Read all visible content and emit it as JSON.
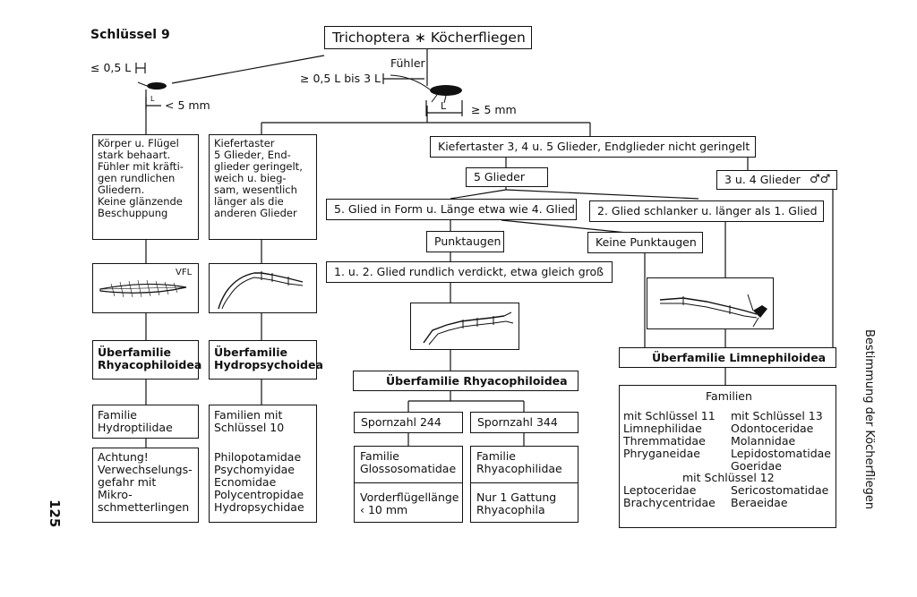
{
  "header": {
    "key_label": "Schlüssel 9",
    "title": "Trichoptera ∗ Köcherfliegen",
    "page_number": "125",
    "side_title": "Bestimmung der Köcherfliegen"
  },
  "measurements": {
    "small_size": "≤ 0,5 L",
    "length_mark_small": "L",
    "small_body": "< 5 mm",
    "antenna_label": "Fühler",
    "antenna_range": "≥ 0,5 L bis 3 L",
    "length_mark": "L",
    "large_body": "≥ 5 mm"
  },
  "nodes": {
    "body_hairy": "Körper u. Flügel\nstark behaart.\nFühler mit kräfti-\ngen rundlichen\nGliedern.\nKeine glänzende\nBeschuppung",
    "palp_ringed": "Kiefertaster\n5 Glieder, End-\nglieder geringelt,\nweich u. bieg-\nsam, wesentlich\nlänger als die\nanderen Glieder",
    "palp_not_ringed": "Kiefertaster 3, 4 u. 5 Glieder, Endglieder nicht geringelt",
    "five_segments": "5 Glieder",
    "three_four_segments": "3 u. 4 Glieder",
    "male_symbols": "♂♂",
    "segment5_like4": "5. Glied in Form u. Länge etwa wie 4. Glied",
    "segment2_slender": "2. Glied schlanker u. länger als 1. Glied",
    "ocelli": "Punktaugen",
    "no_ocelli": "Keine Punktaugen",
    "segments_1_2_thick": "1. u. 2. Glied rundlich verdickt, etwa gleich groß",
    "vfl_label": "VFL"
  },
  "superfamilies": {
    "left": "Überfamilie\nRhyacophiloidea",
    "mid_left": "Überfamilie\nHydropsychoidea",
    "center": "Überfamilie Rhyacophiloidea",
    "right": "Überfamilie Limnephiloidea"
  },
  "families": {
    "hydroptilidae": "Familie\nHydroptilidae",
    "warning": "Achtung!\nVerwechselungs-\ngefahr mit\nMikro-\nschmetterlingen",
    "key10_head": "Familien mit\nSchlüssel 10",
    "key10_list": "Philopotamidae\nPsychomyidae\nEcnomidae\nPolycentropidae\nHydropsychidae",
    "spur244": "Spornzahl 244",
    "spur344": "Spornzahl 344",
    "glosso": "Familie\nGlossosomatidae",
    "rhyaco": "Familie\nRhyacophilidae",
    "wing_length": "Vorderflügellänge\n‹ 10 mm",
    "one_genus": "Nur 1 Gattung\nRhyacophila",
    "limne_title": "Familien",
    "key11_col": "mit Schlüssel 11\nLimnephilidae\nThremmatidae\nPhryganeidae",
    "key13_col": "mit Schlüssel 13\nOdontoceridae\nMolannidae\nLepidostomatidae\nGoeridae",
    "key12_head": "mit Schlüssel 12",
    "key12_left": "Leptoceridae\nBrachycentridae",
    "key12_right": "Sericostomatidae\nBeraeidae"
  }
}
